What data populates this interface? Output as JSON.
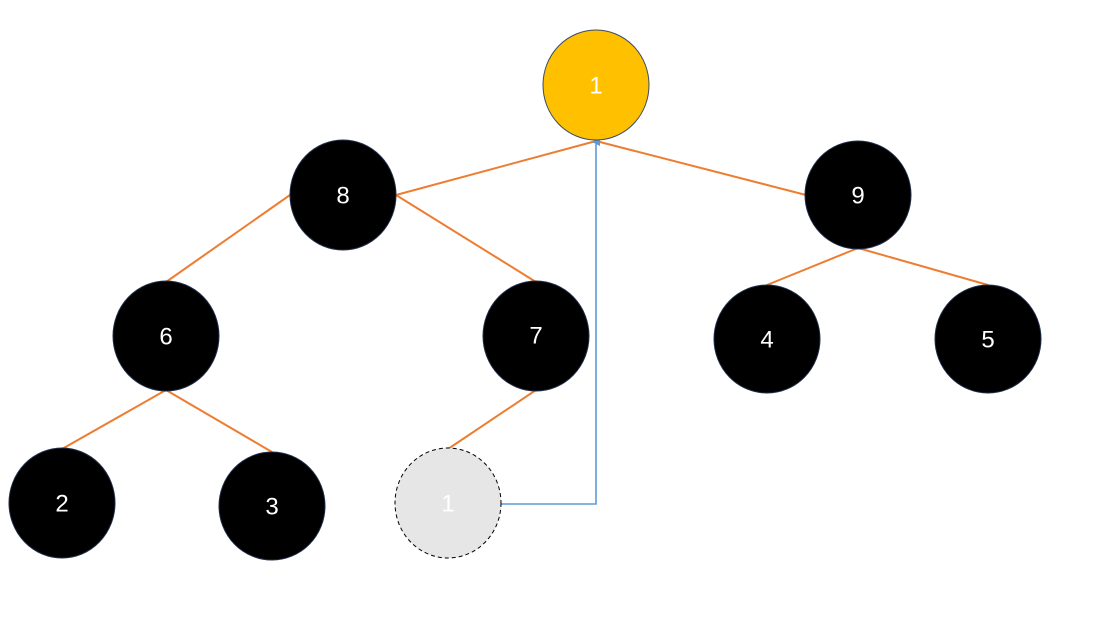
{
  "colors": {
    "node_fill": "#000000",
    "node_stroke": "#1f2d4a",
    "node_text": "#ffffff",
    "root_fill": "#ffc000",
    "root_stroke": "#3a4a66",
    "ghost_fill": "#e6e6e6",
    "ghost_stroke": "#000000",
    "edge": "#ed7d31",
    "arrow": "#5b9bd5"
  },
  "nodes": {
    "root": "1",
    "n8": "8",
    "n9": "9",
    "n6": "6",
    "n7": "7",
    "n4": "4",
    "n5": "5",
    "n2": "2",
    "n3": "3",
    "moved": "1"
  }
}
